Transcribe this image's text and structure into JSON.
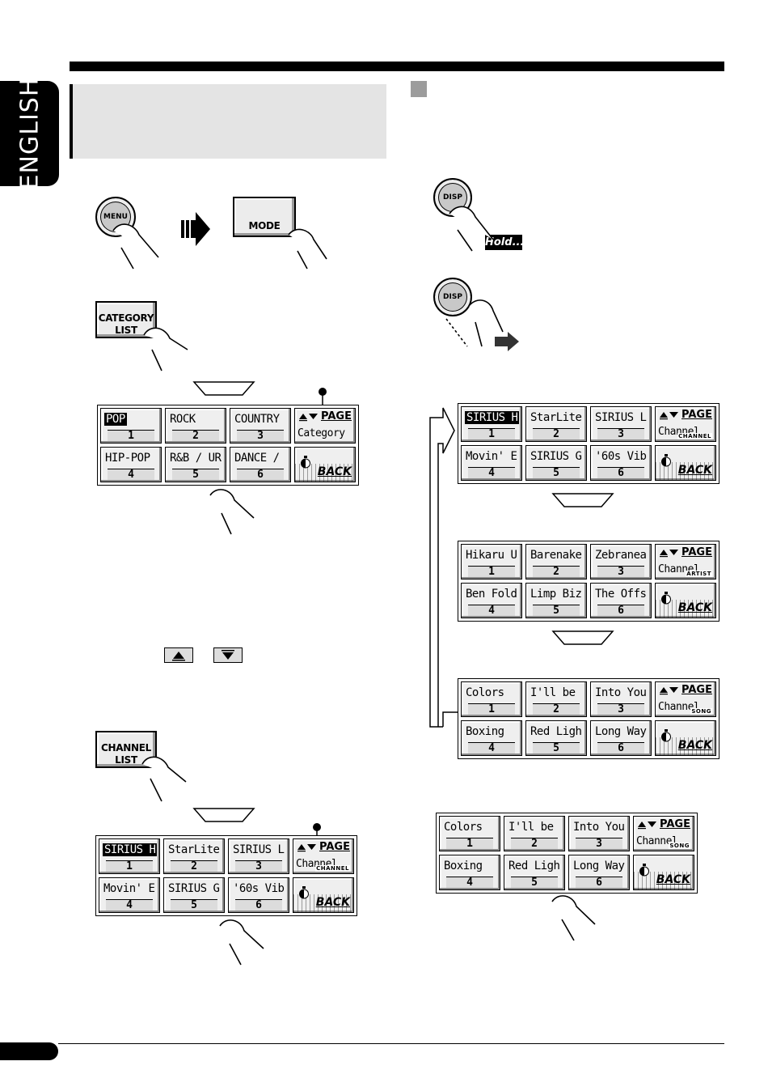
{
  "side_tab": {
    "label": "ENGLISH"
  },
  "buttons": {
    "menu": "MENU",
    "mode": "MODE",
    "category_list": [
      "CATEGORY",
      "LIST"
    ],
    "channel_list": [
      "CHANNEL",
      "LIST"
    ],
    "disp": "DISP",
    "hold": "Hold...."
  },
  "category_screen": {
    "cells": [
      {
        "label": "POP",
        "num": "1",
        "selected": true
      },
      {
        "label": "ROCK",
        "num": "2"
      },
      {
        "label": "COUNTRY",
        "num": "3"
      },
      {
        "label": "HIP-POP",
        "num": "4"
      },
      {
        "label": "R&B / UR",
        "num": "5"
      },
      {
        "label": "DANCE /",
        "num": "6"
      }
    ],
    "page": "PAGE",
    "mode_text": "Category",
    "back": "BACK"
  },
  "channel_screen_left": {
    "cells": [
      {
        "label": "SIRIUS H",
        "num": "1",
        "selected": true
      },
      {
        "label": "StarLite",
        "num": "2"
      },
      {
        "label": "SIRIUS L",
        "num": "3"
      },
      {
        "label": "Movin' E",
        "num": "4"
      },
      {
        "label": "SIRIUS G",
        "num": "5"
      },
      {
        "label": "'60s Vib",
        "num": "6"
      }
    ],
    "page": "PAGE",
    "mode_text": "Channel",
    "mode_sub": "CHANNEL",
    "back": "BACK"
  },
  "channel_screen_right": {
    "cells": [
      {
        "label": "SIRIUS H",
        "num": "1",
        "selected": true
      },
      {
        "label": "StarLite",
        "num": "2"
      },
      {
        "label": "SIRIUS L",
        "num": "3"
      },
      {
        "label": "Movin' E",
        "num": "4"
      },
      {
        "label": "SIRIUS G",
        "num": "5"
      },
      {
        "label": "'60s Vib",
        "num": "6"
      }
    ],
    "page": "PAGE",
    "mode_text": "Channel",
    "mode_sub": "CHANNEL",
    "back": "BACK"
  },
  "artist_screen": {
    "cells": [
      {
        "label": "Hikaru U",
        "num": "1"
      },
      {
        "label": "Barenake",
        "num": "2"
      },
      {
        "label": "Zebranea",
        "num": "3"
      },
      {
        "label": "Ben Fold",
        "num": "4"
      },
      {
        "label": "Limp Biz",
        "num": "5"
      },
      {
        "label": "The Offs",
        "num": "6"
      }
    ],
    "page": "PAGE",
    "mode_text": "Channel",
    "mode_sub": "ARTIST",
    "back": "BACK"
  },
  "song_screen": {
    "cells": [
      {
        "label": "Colors",
        "num": "1"
      },
      {
        "label": "I'll be",
        "num": "2"
      },
      {
        "label": "Into You",
        "num": "3"
      },
      {
        "label": "Boxing",
        "num": "4"
      },
      {
        "label": "Red Ligh",
        "num": "5"
      },
      {
        "label": "Long Way",
        "num": "6"
      }
    ],
    "page": "PAGE",
    "mode_text": "Channel",
    "mode_sub": "SONG",
    "back": "BACK"
  },
  "song_screen_bottom": {
    "cells": [
      {
        "label": "Colors",
        "num": "1"
      },
      {
        "label": "I'll be",
        "num": "2"
      },
      {
        "label": "Into You",
        "num": "3"
      },
      {
        "label": "Boxing",
        "num": "4"
      },
      {
        "label": "Red Ligh",
        "num": "5"
      },
      {
        "label": "Long Way",
        "num": "6"
      }
    ],
    "page": "PAGE",
    "mode_text": "Channel",
    "mode_sub": "SONG",
    "back": "BACK"
  }
}
